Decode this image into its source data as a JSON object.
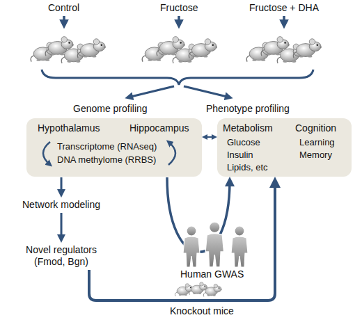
{
  "diagram": {
    "nodes": [
      {
        "text": [
          "Genome profiling"
        ]
      },
      {
        "text": [
          "Phenotype profiling"
        ]
      },
      {
        "text": [
          "Hypothalamus",
          "Hippocampus",
          "Transcriptome (RNAseq)",
          "DNA methylome (RRBS)"
        ]
      },
      {
        "text": [
          "Metabolism",
          "Glucose",
          "Insulin",
          "Lipids, etc",
          "Cognition",
          "Learning",
          "Memory"
        ]
      },
      {
        "text": [
          "Network modeling"
        ]
      },
      {
        "text": [
          "Novel regulators (Fmod, Bgn)"
        ]
      }
    ],
    "edges": [
      {
        "from": 2,
        "to": 3,
        "arrow": "both"
      },
      {
        "from": 2,
        "to": 4,
        "arrow": "to"
      },
      {
        "from": 4,
        "to": 5,
        "arrow": "to"
      },
      {
        "from": 2,
        "to": 3,
        "arrow": "to"
      },
      {
        "from": 5,
        "to": 3,
        "arrow": "to"
      }
    ],
    "labels": [
      "Control",
      "Fructose",
      "Fructose + DHA",
      "Human GWAS",
      "Knockout mice"
    ]
  }
}
